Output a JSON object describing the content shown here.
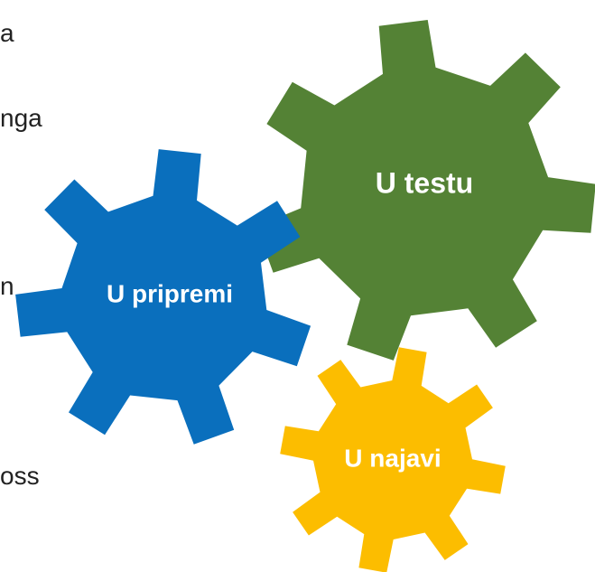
{
  "left_text_fragments": [
    "a",
    "nga",
    "n",
    "oss"
  ],
  "gears": [
    {
      "id": "green",
      "label": "U testu",
      "color": "#548235"
    },
    {
      "id": "blue",
      "label": "U pripremi",
      "color": "#0a6fbd"
    },
    {
      "id": "yellow",
      "label": "U najavi",
      "color": "#fcbd00"
    }
  ]
}
